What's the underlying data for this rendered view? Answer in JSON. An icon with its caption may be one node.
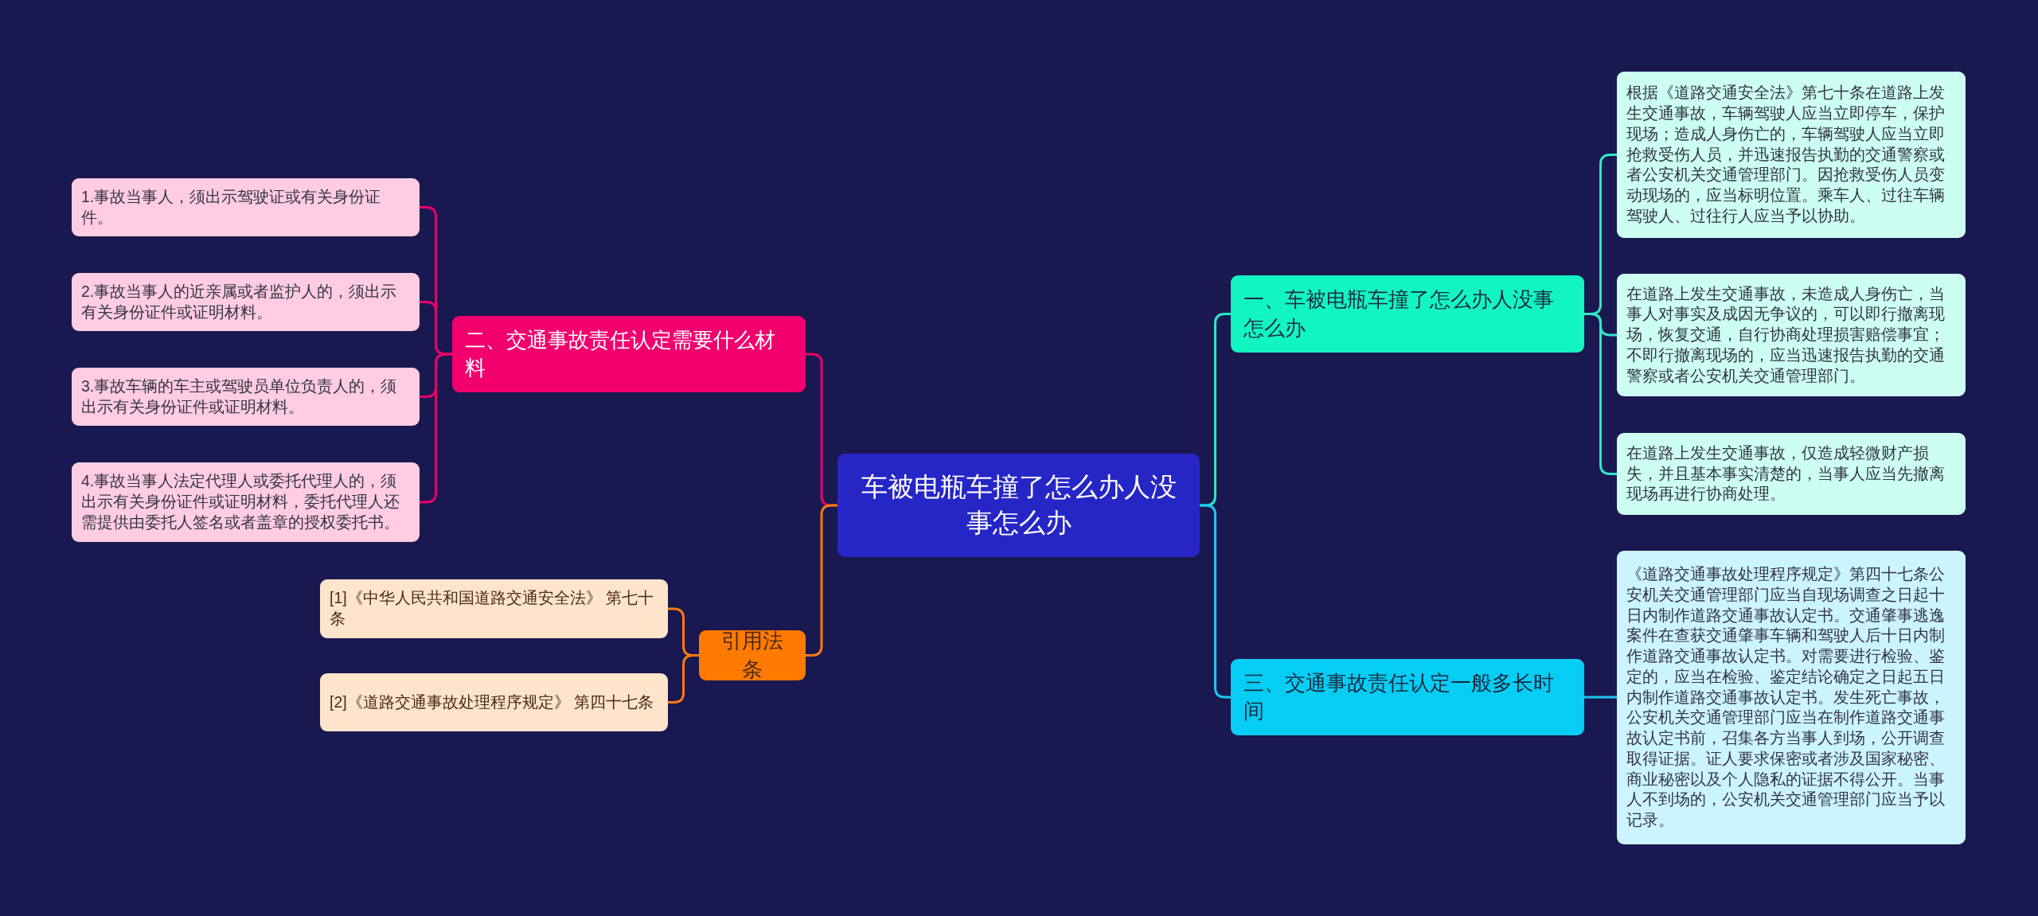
{
  "diagram": {
    "nodes": [
      {
        "text": [
          "车被电瓶车撞了怎么办人没事怎么办"
        ]
      },
      {
        "text": [
          "一、车被电瓶车撞了怎么办人没事怎么办"
        ]
      },
      {
        "text": [
          "根据《道路交通安全法》第七十条在道路上发生交通事故，车辆驾驶人应当立即停车，保护现场；造成人身伤亡的，车辆驾驶人应当立即抢救受伤人员，并迅速报告执勤的交通警察或者公安机关交通管理部门。因抢救受伤人员变动现场的，应当标明位置。乘车人、过往车辆驾驶人、过往行人应当予以协助。"
        ]
      },
      {
        "text": [
          "在道路上发生交通事故，未造成人身伤亡，当事人对事实及成因无争议的，可以即行撤离现场，恢复交通，自行协商处理损害赔偿事宜；不即行撤离现场的，应当迅速报告执勤的交通警察或者公安机关交通管理部门。"
        ]
      },
      {
        "text": [
          "在道路上发生交通事故，仅造成轻微财产损失，并且基本事实清楚的，当事人应当先撤离现场再进行协商处理。"
        ]
      },
      {
        "text": [
          "三、交通事故责任认定一般多长时间"
        ]
      },
      {
        "text": [
          "《道路交通事故处理程序规定》第四十七条公安机关交通管理部门应当自现场调查之日起十日内制作道路交通事故认定书。交通肇事逃逸案件在查获交通肇事车辆和驾驶人后十日内制作道路交通事故认定书。对需要进行检验、鉴定的，应当在检验、鉴定结论确定之日起五日内制作道路交通事故认定书。发生死亡事故，公安机关交通管理部门应当在制作道路交通事故认定书前，召集各方当事人到场，公开调查取得证据。证人要求保密或者涉及国家秘密、商业秘密以及个人隐私的证据不得公开。当事人不到场的，公安机关交通管理部门应当予以记录。"
        ]
      },
      {
        "text": [
          "二、交通事故责任认定需要什么材料"
        ]
      },
      {
        "text": [
          "1.事故当事人，须出示驾驶证或有关身份证件。"
        ]
      },
      {
        "text": [
          "2.事故当事人的近亲属或者监护人的，须出示有关身份证件或证明材料。"
        ]
      },
      {
        "text": [
          "3.事故车辆的车主或驾驶员单位负责人的，须出示有关身份证件或证明材料。"
        ]
      },
      {
        "text": [
          "4.事故当事人法定代理人或委托代理人的，须出示有关身份证件或证明材料，委托代理人还需提供由委托人签名或者盖章的授权委托书。"
        ]
      },
      {
        "text": [
          "引用法条"
        ]
      },
      {
        "text": [
          "[1]《中华人民共和国道路交通安全法》 第七十条"
        ]
      },
      {
        "text": [
          "[2]《道路交通事故处理程序规定》 第四十七条"
        ]
      }
    ],
    "edges": [
      {
        "from": 0,
        "to": 1,
        "arrow": "none",
        "color": "#2ee8c4"
      },
      {
        "from": 1,
        "to": 2,
        "arrow": "none",
        "color": "#2ee8c4"
      },
      {
        "from": 1,
        "to": 3,
        "arrow": "none",
        "color": "#2ee8c4"
      },
      {
        "from": 1,
        "to": 4,
        "arrow": "none",
        "color": "#2ee8c4"
      },
      {
        "from": 0,
        "to": 5,
        "arrow": "none",
        "color": "#1cc8f0"
      },
      {
        "from": 5,
        "to": 6,
        "arrow": "none",
        "color": "#1cc8f0"
      },
      {
        "from": 0,
        "to": 7,
        "arrow": "none",
        "color": "#e8006c"
      },
      {
        "from": 7,
        "to": 8,
        "arrow": "none",
        "color": "#e8006c"
      },
      {
        "from": 7,
        "to": 9,
        "arrow": "none",
        "color": "#e8006c"
      },
      {
        "from": 7,
        "to": 10,
        "arrow": "none",
        "color": "#e8006c"
      },
      {
        "from": 7,
        "to": 11,
        "arrow": "none",
        "color": "#e8006c"
      },
      {
        "from": 0,
        "to": 12,
        "arrow": "none",
        "color": "#ff7a10"
      },
      {
        "from": 12,
        "to": 13,
        "arrow": "none",
        "color": "#ff7a10"
      },
      {
        "from": 12,
        "to": 14,
        "arrow": "none",
        "color": "#ff7a10"
      }
    ]
  }
}
